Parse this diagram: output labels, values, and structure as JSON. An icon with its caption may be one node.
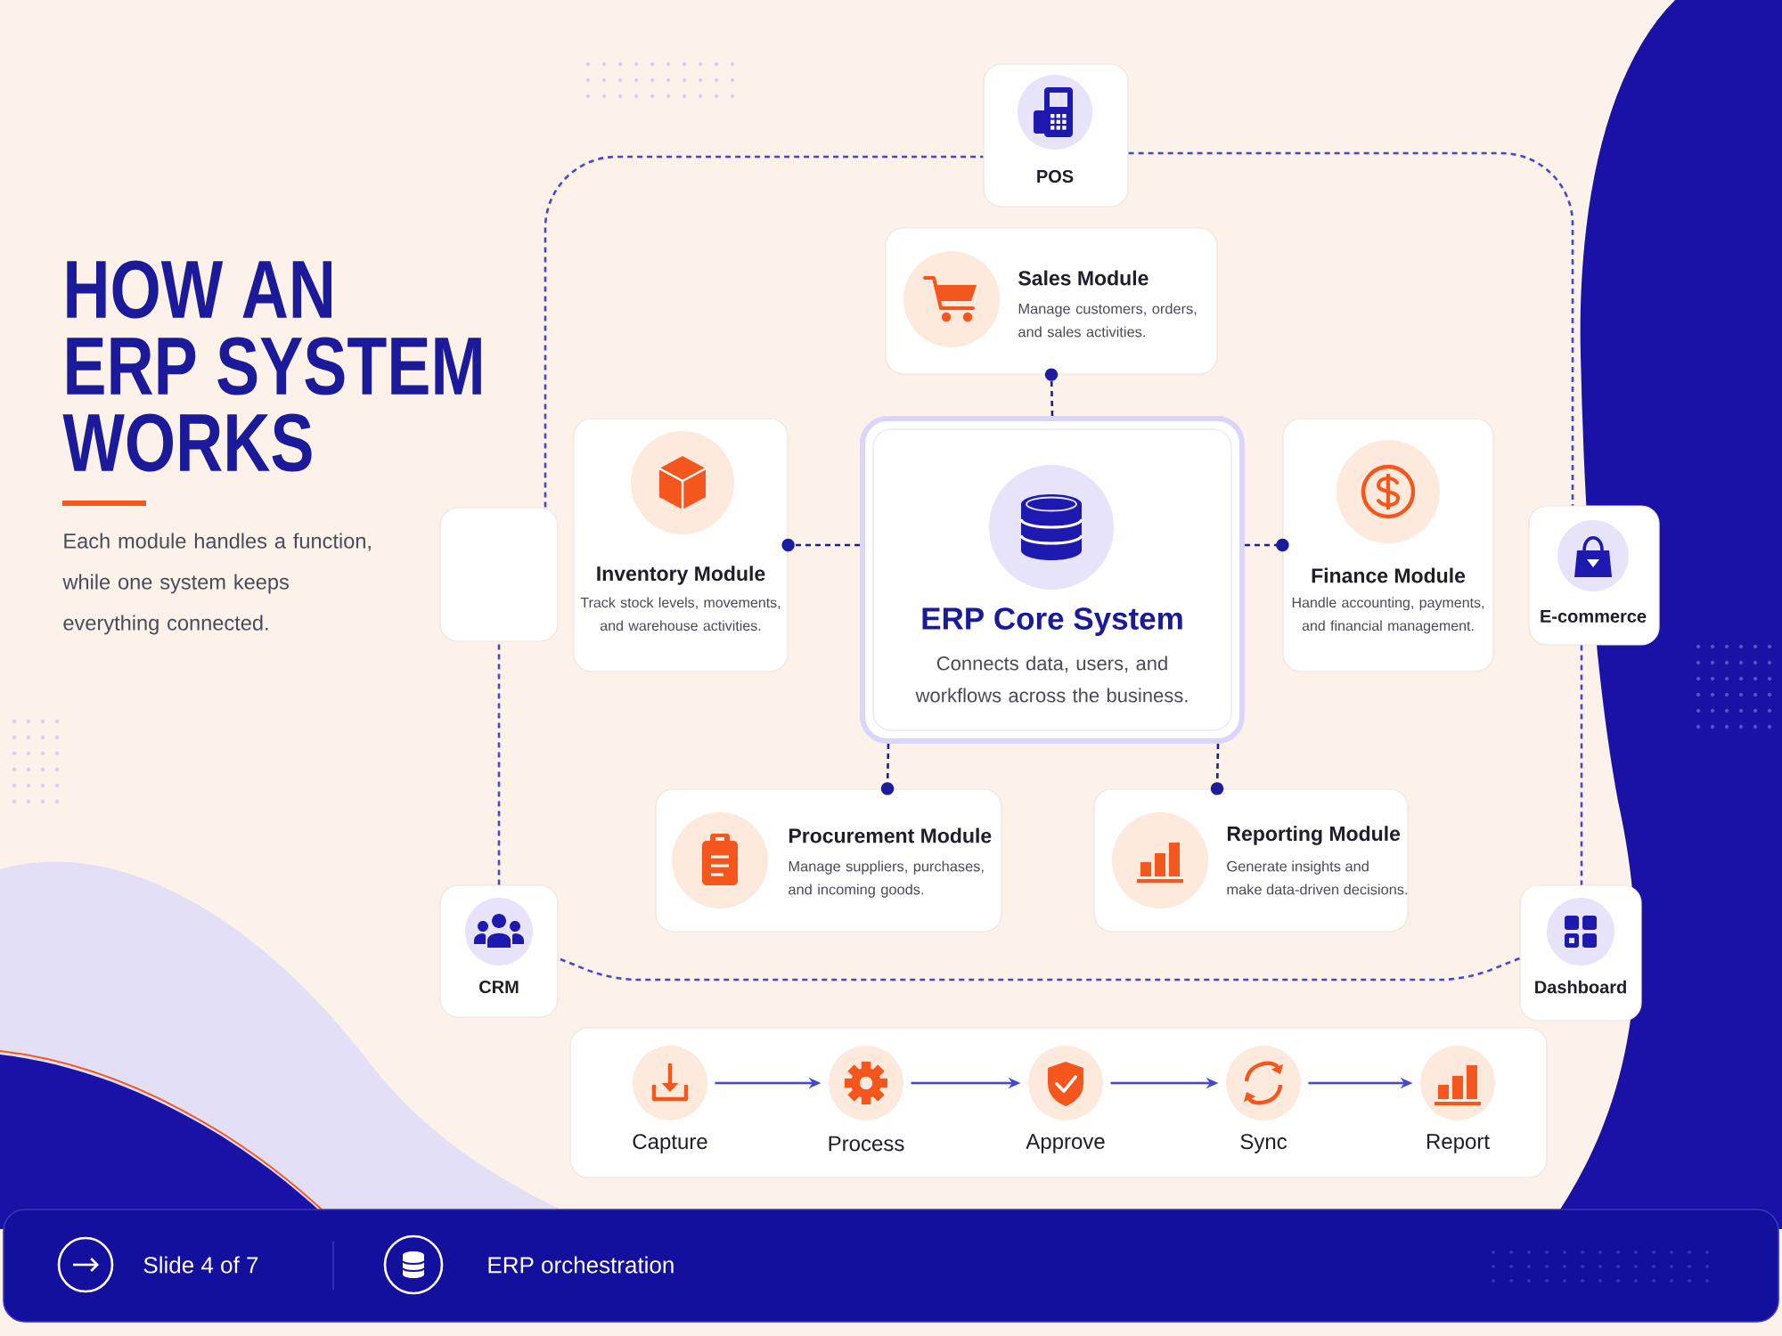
{
  "diagram": {
    "title": "HOW AN ERP SYSTEM WORKS",
    "nodes": [
      {
        "text": [
          "POS"
        ]
      },
      {
        "text": [
          "Sales Module",
          "Manage customers, orders, and sales activities."
        ]
      },
      {
        "text": [],
        "shape": "box"
      },
      {
        "text": [
          "Inventory Module",
          "Track stock levels, movements, and warehouse activities."
        ]
      },
      {
        "text": [
          "ERP Core System",
          "Connects data, users, and workflows across the business."
        ]
      },
      {
        "text": [
          "Finance Module",
          "Handle accounting, payments, and financial management."
        ]
      },
      {
        "text": [
          "E-commerce"
        ]
      },
      {
        "text": [
          "Procurement Module",
          "Manage suppliers, purchases, and incoming goods."
        ]
      },
      {
        "text": [
          "Reporting Module",
          "Generate insights and make data-driven decisions."
        ]
      },
      {
        "text": [
          "CRM"
        ]
      },
      {
        "text": [
          "Dashboard"
        ]
      },
      {
        "text": [],
        "shape": "box"
      },
      {
        "text": [
          "Capture"
        ],
        "in": 11
      },
      {
        "text": [
          "Process"
        ],
        "in": 11
      },
      {
        "text": [
          "Approve"
        ],
        "in": 11
      },
      {
        "text": [
          "Sync"
        ],
        "in": 11
      },
      {
        "text": [
          "Report"
        ],
        "in": 11
      }
    ],
    "edges": [
      {
        "from": 4,
        "to": 1,
        "arrow": "other",
        "style": "dashed",
        "color": "#1c1c9c"
      },
      {
        "from": 4,
        "to": 3,
        "arrow": "other",
        "style": "dashed",
        "color": "#1c1c9c"
      },
      {
        "from": 4,
        "to": 5,
        "arrow": "other",
        "style": "dashed",
        "color": "#1c1c9c"
      },
      {
        "from": 4,
        "to": 7,
        "arrow": "other",
        "style": "dashed",
        "color": "#1c1c9c"
      },
      {
        "from": 4,
        "to": 8,
        "arrow": "other",
        "style": "dashed",
        "color": "#1c1c9c"
      },
      {
        "from": 0,
        "to": 6,
        "arrow": "none",
        "style": "dashed"
      },
      {
        "from": 6,
        "to": 10,
        "arrow": "none",
        "style": "dashed"
      },
      {
        "from": 10,
        "to": 9,
        "arrow": "none",
        "style": "dashed"
      },
      {
        "from": 9,
        "to": 2,
        "arrow": "none",
        "style": "dashed"
      },
      {
        "from": 2,
        "to": 0,
        "arrow": "none",
        "style": "dashed"
      },
      {
        "from": 12,
        "to": 13,
        "arrow": "to"
      },
      {
        "from": 13,
        "to": 14,
        "arrow": "to"
      },
      {
        "from": 14,
        "to": 15,
        "arrow": "to"
      },
      {
        "from": 15,
        "to": 16,
        "arrow": "to"
      }
    ],
    "labels": [
      "Each module handles a function, while one system keeps everything connected.",
      "Slide 4 of 7",
      "ERP orchestration"
    ]
  }
}
